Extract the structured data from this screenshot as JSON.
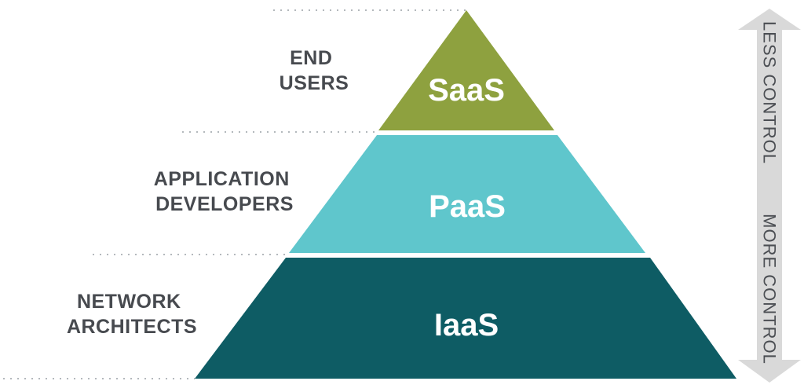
{
  "layers": [
    {
      "id": "saas",
      "label": "SaaS",
      "audience": [
        "END",
        "USERS"
      ],
      "color": "#8ea13f"
    },
    {
      "id": "paas",
      "label": "PaaS",
      "audience": [
        "APPLICATION",
        "DEVELOPERS"
      ],
      "color": "#5fc6cc"
    },
    {
      "id": "iaas",
      "label": "IaaS",
      "audience": [
        "NETWORK",
        "ARCHITECTS"
      ],
      "color": "#0e5c64"
    }
  ],
  "control_axis": {
    "top_label": "LESS CONTROL",
    "bottom_label": "MORE CONTROL",
    "arrow_color": "#d9d9d9"
  }
}
